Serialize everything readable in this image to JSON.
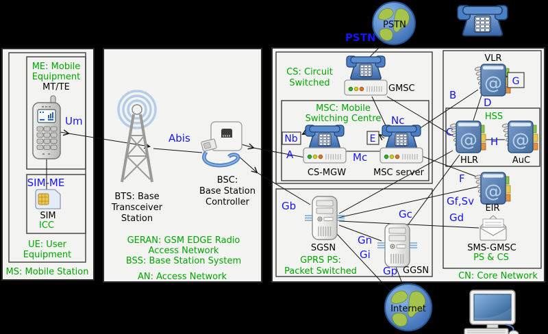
{
  "colors": {
    "background": "#000000",
    "panel_bg": "#f3f3f1",
    "green_label": "#00a600",
    "blue_label": "#1414ff",
    "line": "#111111",
    "phone_blue": "#4a7fc6",
    "book_blue": "#5b82b4"
  },
  "icons": {
    "book_glyph": "@"
  },
  "top_area": {
    "pstn_globe_text": "PSTN",
    "pstn_link_label": "PSTN"
  },
  "bottom_area": {
    "internet_globe_text": "Internet"
  },
  "ms_panel": {
    "title": "MS: Mobile Station",
    "ue_box": {
      "title_line1": "UE: User",
      "title_line2": "Equipment"
    },
    "me_box": {
      "title_line1": "ME: Mobile",
      "title_line2": "Equipment",
      "subtitle": "MT/TE"
    },
    "sim_box": {
      "interface": "SIM-ME",
      "name": "SIM",
      "subtitle": "ICC"
    }
  },
  "an_panel": {
    "title": "AN: Access Network",
    "bts": {
      "line1": "BTS: Base",
      "line2": "Transceiver",
      "line3": "Station"
    },
    "bsc": {
      "line1": "BSC:",
      "line2": "Base Station",
      "line3": "Controller"
    },
    "geran_line1": "GERAN: GSM EDGE Radio",
    "geran_line2": "Access Network",
    "bss": "BSS: Base Station System"
  },
  "cn_panel": {
    "title": "CN: Core Network",
    "cs_box": {
      "title_line1": "CS: Circuit",
      "title_line2": "Switched",
      "gmsc": "GMSC",
      "msc_box": {
        "title_line1": "MSC: Mobile",
        "title_line2": "Switching Centre",
        "cs_mgw": "CS-MGW",
        "msc_server": "MSC server"
      }
    },
    "ps_box": {
      "title_line1": "GPRS PS:",
      "title_line2": "Packet Switched",
      "sgsn": "SGSN",
      "ggsn": "GGSN"
    },
    "shared_box": {
      "vlr": "VLR",
      "hss": "HSS",
      "hlr": "HLR",
      "auc": "AuC",
      "eir": "EIR",
      "sms_gmsc": "SMS-GMSC",
      "footer": "PS & CS"
    }
  },
  "interfaces": {
    "um": "Um",
    "abis": "Abis",
    "a": "A",
    "gb": "Gb",
    "nb": "Nb",
    "mc": "Mc",
    "nc": "Nc",
    "e": "E",
    "b": "B",
    "c": "C",
    "d": "D",
    "g": "G",
    "h": "H",
    "f": "F",
    "gf_sv": "Gf,Sv",
    "gd": "Gd",
    "gn": "Gn",
    "gi": "Gi",
    "gp": "Gp",
    "gc": "Gc"
  }
}
